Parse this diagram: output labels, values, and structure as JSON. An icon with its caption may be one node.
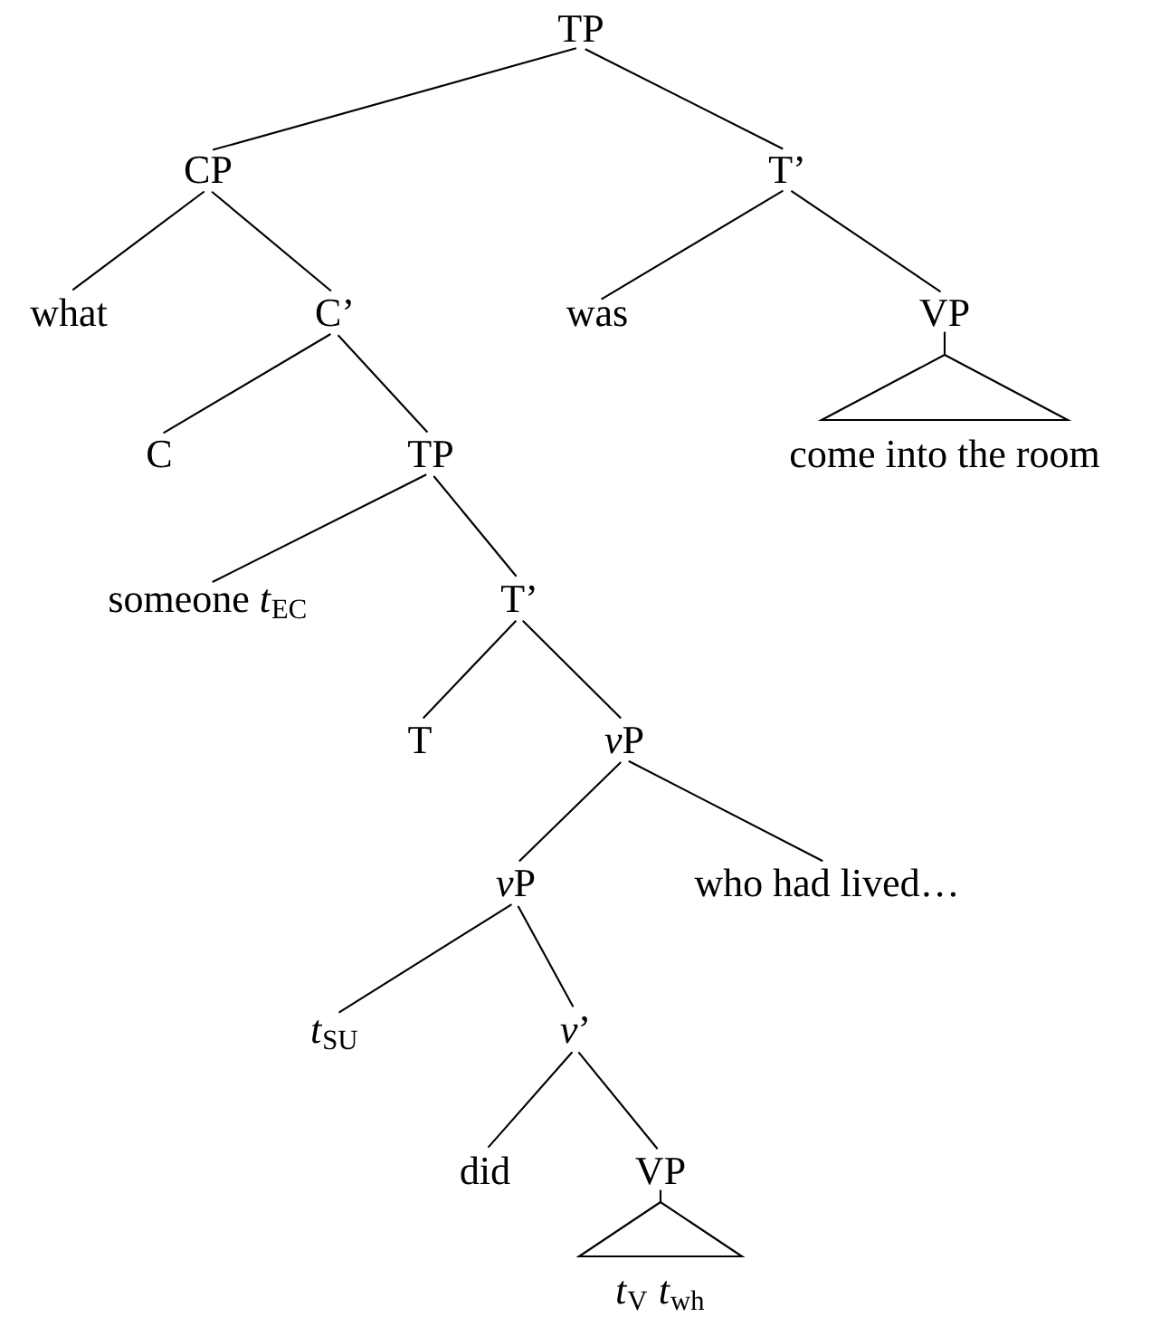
{
  "diagram": {
    "nodes": [
      {
        "text": [
          "TP"
        ]
      },
      {
        "text": [
          "CP"
        ]
      },
      {
        "text": [
          "T’"
        ]
      },
      {
        "text": [
          "what"
        ]
      },
      {
        "text": [
          "C’"
        ]
      },
      {
        "text": [
          "was"
        ]
      },
      {
        "text": [
          "VP"
        ]
      },
      {
        "text": [
          "come into the room"
        ]
      },
      {
        "text": [
          "C"
        ]
      },
      {
        "text": [
          "TP"
        ]
      },
      {
        "text": [
          "someone *t*$_{EC}$"
        ]
      },
      {
        "text": [
          "T’"
        ]
      },
      {
        "text": [
          "T"
        ]
      },
      {
        "text": [
          "vP"
        ]
      },
      {
        "text": [
          "vP"
        ]
      },
      {
        "text": [
          "who had lived…"
        ]
      },
      {
        "text": [
          "*t*$_{SU}$"
        ]
      },
      {
        "text": [
          "*v*’"
        ]
      },
      {
        "text": [
          "did"
        ]
      },
      {
        "text": [
          "VP"
        ]
      },
      {
        "text": [
          "*t*$_{V}$  *t*$_{wh}$"
        ]
      }
    ],
    "edges": [
      {
        "from": 0,
        "to": 1,
        "arrow": "none"
      },
      {
        "from": 0,
        "to": 2,
        "arrow": "none"
      },
      {
        "from": 1,
        "to": 3,
        "arrow": "none"
      },
      {
        "from": 1,
        "to": 4,
        "arrow": "none"
      },
      {
        "from": 2,
        "to": 5,
        "arrow": "none"
      },
      {
        "from": 2,
        "to": 6,
        "arrow": "none"
      },
      {
        "from": 6,
        "to": 7,
        "arrow": "none"
      },
      {
        "from": 4,
        "to": 8,
        "arrow": "none"
      },
      {
        "from": 4,
        "to": 9,
        "arrow": "none"
      },
      {
        "from": 9,
        "to": 10,
        "arrow": "none"
      },
      {
        "from": 9,
        "to": 11,
        "arrow": "none"
      },
      {
        "from": 11,
        "to": 12,
        "arrow": "none"
      },
      {
        "from": 11,
        "to": 13,
        "arrow": "none"
      },
      {
        "from": 13,
        "to": 14,
        "arrow": "none"
      },
      {
        "from": 13,
        "to": 15,
        "arrow": "none"
      },
      {
        "from": 14,
        "to": 16,
        "arrow": "none"
      },
      {
        "from": 14,
        "to": 17,
        "arrow": "none"
      },
      {
        "from": 17,
        "to": 18,
        "arrow": "none"
      },
      {
        "from": 17,
        "to": 19,
        "arrow": "none"
      },
      {
        "from": 19,
        "to": 20,
        "arrow": "none"
      }
    ]
  }
}
